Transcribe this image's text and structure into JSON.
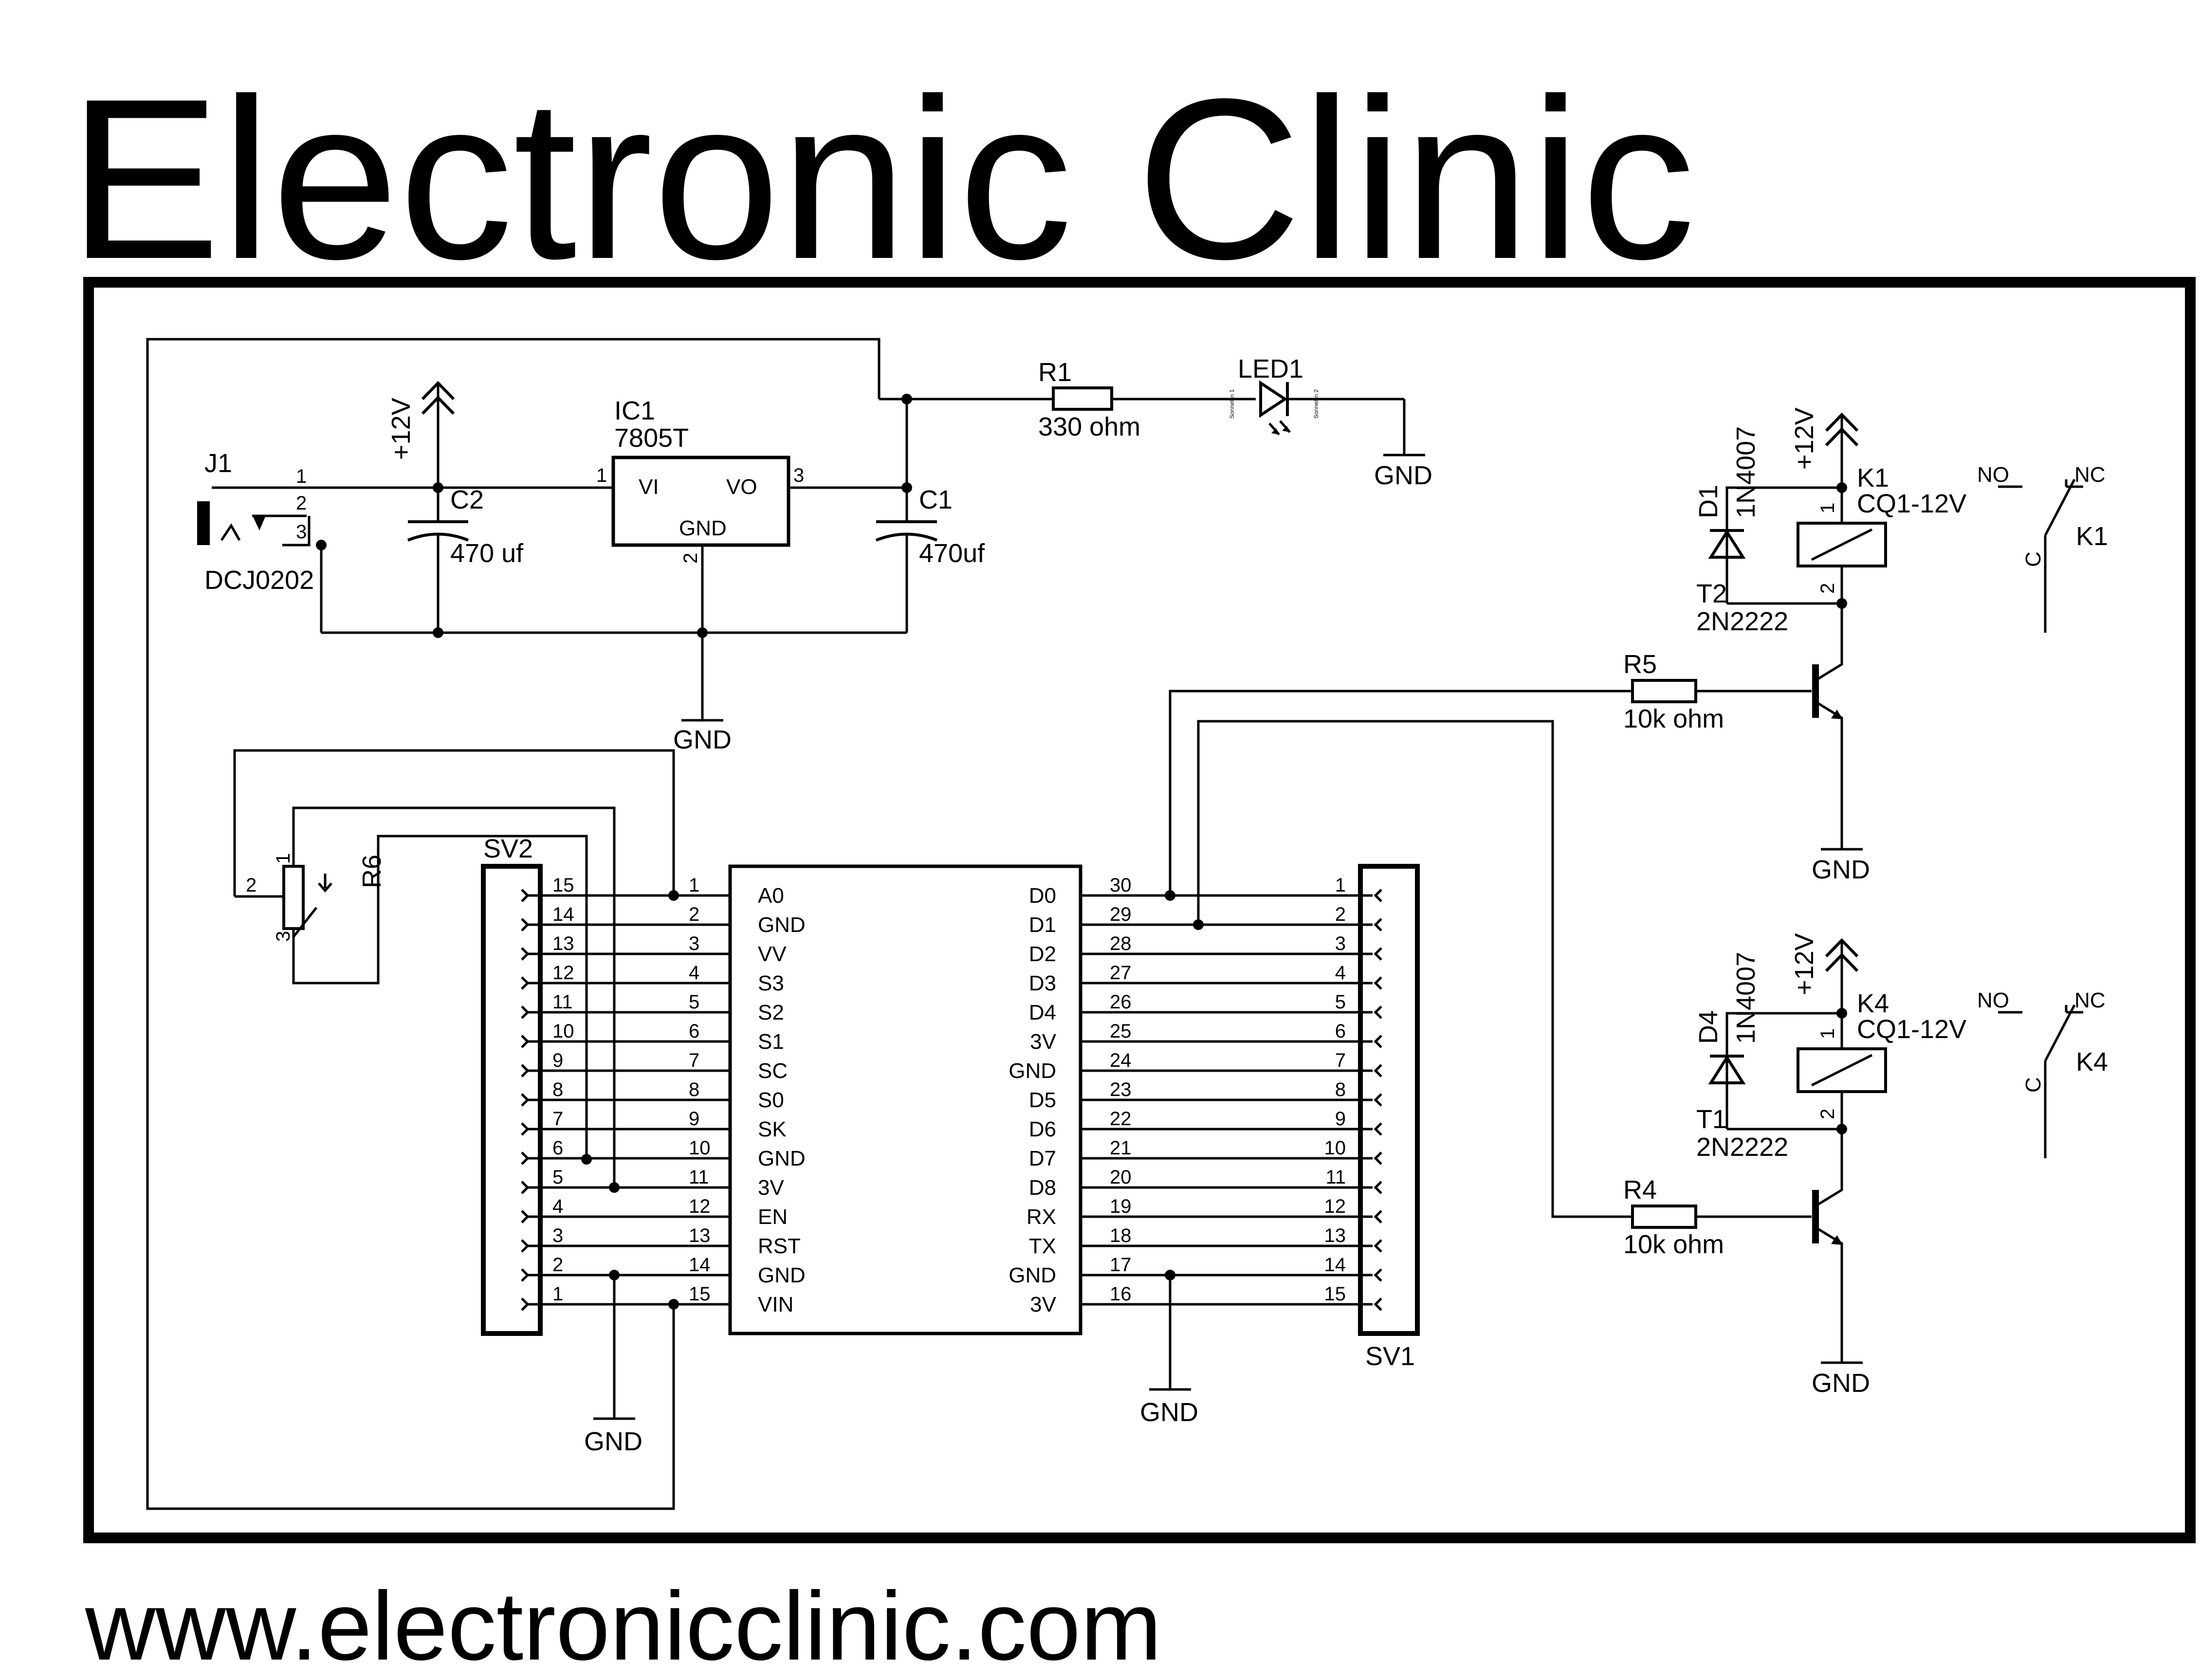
{
  "title": "Electronic Clinic",
  "website": "www.electronicclinic.com",
  "labels": {
    "j1": "J1",
    "j1_part": "DCJ0202",
    "j1_p1": "1",
    "j1_p2": "2",
    "j1_p3": "3",
    "c2": "C2",
    "c2_val": "470 uf",
    "c1": "C1",
    "c1_val": "470uf",
    "ic1": "IC1",
    "ic1_part": "7805T",
    "ic1_vi": "VI",
    "ic1_vo": "VO",
    "ic1_gnd": "GND",
    "ic1_p1": "1",
    "ic1_p2": "2",
    "ic1_p3": "3",
    "plus12v": "+12V",
    "gnd": "GND",
    "r1": "R1",
    "r1_val": "330 ohm",
    "led1": "LED1",
    "led_tiny1": "Sonnelsn 1",
    "led_tiny2": "Sonnelsn 2",
    "d1": "D1",
    "d1_part": "1N4007",
    "d4": "D4",
    "d4_part": "1N4007",
    "k1": "K1",
    "k1_part": "CQ1-12V",
    "k1_sw": "K1",
    "k4": "K4",
    "k4_part": "CQ1-12V",
    "k4_sw": "K4",
    "no": "NO",
    "nc": "NC",
    "c": "C",
    "pin1": "1",
    "pin2": "2",
    "t2": "T2",
    "t2_part": "2N2222",
    "t1": "T1",
    "t1_part": "2N2222",
    "r5": "R5",
    "r5_val": "10k ohm",
    "r4": "R4",
    "r4_val": "10k ohm",
    "r6": "R6",
    "r6_p1": "1",
    "r6_p2": "2",
    "r6_p3": "3",
    "sv2": "SV2",
    "sv1": "SV1"
  },
  "sv2_pins": [
    "15",
    "14",
    "13",
    "12",
    "11",
    "10",
    "9",
    "8",
    "7",
    "6",
    "5",
    "4",
    "3",
    "2",
    "1"
  ],
  "mod_left_nums": [
    "1",
    "2",
    "3",
    "4",
    "5",
    "6",
    "7",
    "8",
    "9",
    "10",
    "11",
    "12",
    "13",
    "14",
    "15"
  ],
  "mod_left_names": [
    "A0",
    "GND",
    "VV",
    "S3",
    "S2",
    "S1",
    "SC",
    "S0",
    "SK",
    "GND",
    "3V",
    "EN",
    "RST",
    "GND",
    "VIN"
  ],
  "mod_right_names": [
    "D0",
    "D1",
    "D2",
    "D3",
    "D4",
    "3V",
    "GND",
    "D5",
    "D6",
    "D7",
    "D8",
    "RX",
    "TX",
    "GND",
    "3V"
  ],
  "mod_right_nums": [
    "30",
    "29",
    "28",
    "27",
    "26",
    "25",
    "24",
    "23",
    "22",
    "21",
    "20",
    "19",
    "18",
    "17",
    "16"
  ],
  "sv1_pins": [
    "1",
    "2",
    "3",
    "4",
    "5",
    "6",
    "7",
    "8",
    "9",
    "10",
    "11",
    "12",
    "13",
    "14",
    "15"
  ]
}
